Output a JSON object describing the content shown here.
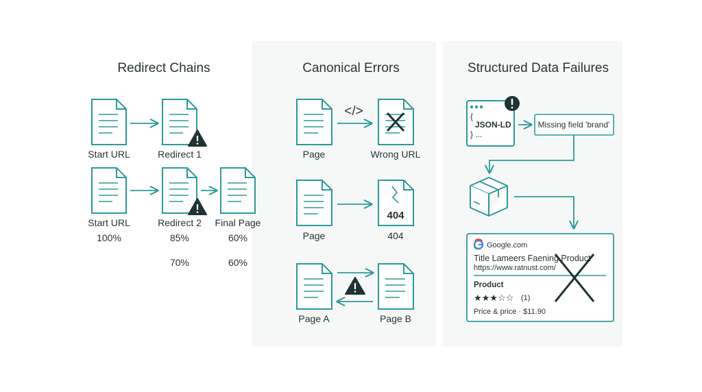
{
  "colors": {
    "accent": "#2a9a9a",
    "ink": "#1f2a2a",
    "warning": "#1f3333",
    "panel": "#f6f8f8"
  },
  "sections": {
    "redirect": {
      "title": "Redirect Chains",
      "labels": [
        "Start URL",
        "Redirect 1",
        "Start URL",
        "Redirect 2",
        "Final Page"
      ],
      "percent_row1": [
        "100%",
        "85%",
        "60%"
      ],
      "percent_row2": [
        "70%",
        "60%"
      ]
    },
    "canonical": {
      "title": "Canonical Errors",
      "code_icon": "</>",
      "labels": [
        "Page",
        "Wrong URL",
        "Page",
        "404",
        "Page A",
        "Page B"
      ],
      "error_code": "404"
    },
    "structured": {
      "title": "Structured Data Failures",
      "code_lines": [
        "{",
        "JSON-LD",
        "} ..."
      ],
      "missing_field": "Missing field 'brand'",
      "serp": {
        "site": "Google.com",
        "title": "Title Lameers Faening Product",
        "url": "https://www.ratnust.com/",
        "heading": "Product",
        "rating_count": "(1)",
        "price": "Price & price · $11.90"
      }
    }
  },
  "icons": [
    "document-icon",
    "warning-icon",
    "broken-page-icon",
    "code-icon",
    "box-icon",
    "google-icon",
    "cross-icon",
    "star-icon"
  ]
}
